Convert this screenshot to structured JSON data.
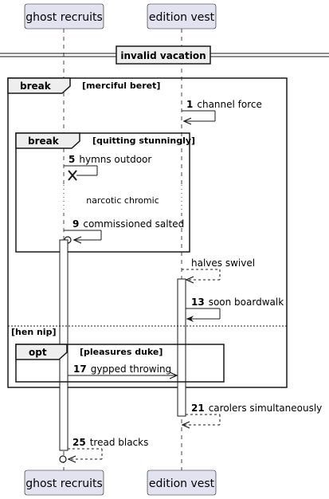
{
  "participants": {
    "left": "ghost recruits",
    "right": "edition vest"
  },
  "divider": {
    "label": "invalid vacation"
  },
  "fragments": {
    "outer_break": {
      "keyword": "break",
      "guard": "[merciful beret]"
    },
    "inner_break": {
      "keyword": "break",
      "guard": "[quitting stunningly]"
    },
    "else_guard": "[hen nip]",
    "opt": {
      "keyword": "opt",
      "guard": "[pleasures duke]"
    }
  },
  "delay": {
    "label": "narcotic chromic"
  },
  "messages": [
    {
      "num": "1",
      "text": "channel force"
    },
    {
      "num": "5",
      "text": "hymns outdoor"
    },
    {
      "num": "9",
      "text": "commissioned salted"
    },
    {
      "num": "",
      "text": "halves swivel"
    },
    {
      "num": "13",
      "text": "soon boardwalk"
    },
    {
      "num": "17",
      "text": "gypped throwing"
    },
    {
      "num": "21",
      "text": "carolers simultaneously"
    },
    {
      "num": "25",
      "text": "tread blacks"
    }
  ],
  "colors": {
    "participant_fill": "#E2E2F0",
    "participant_border": "#181818",
    "line": "#181818"
  }
}
